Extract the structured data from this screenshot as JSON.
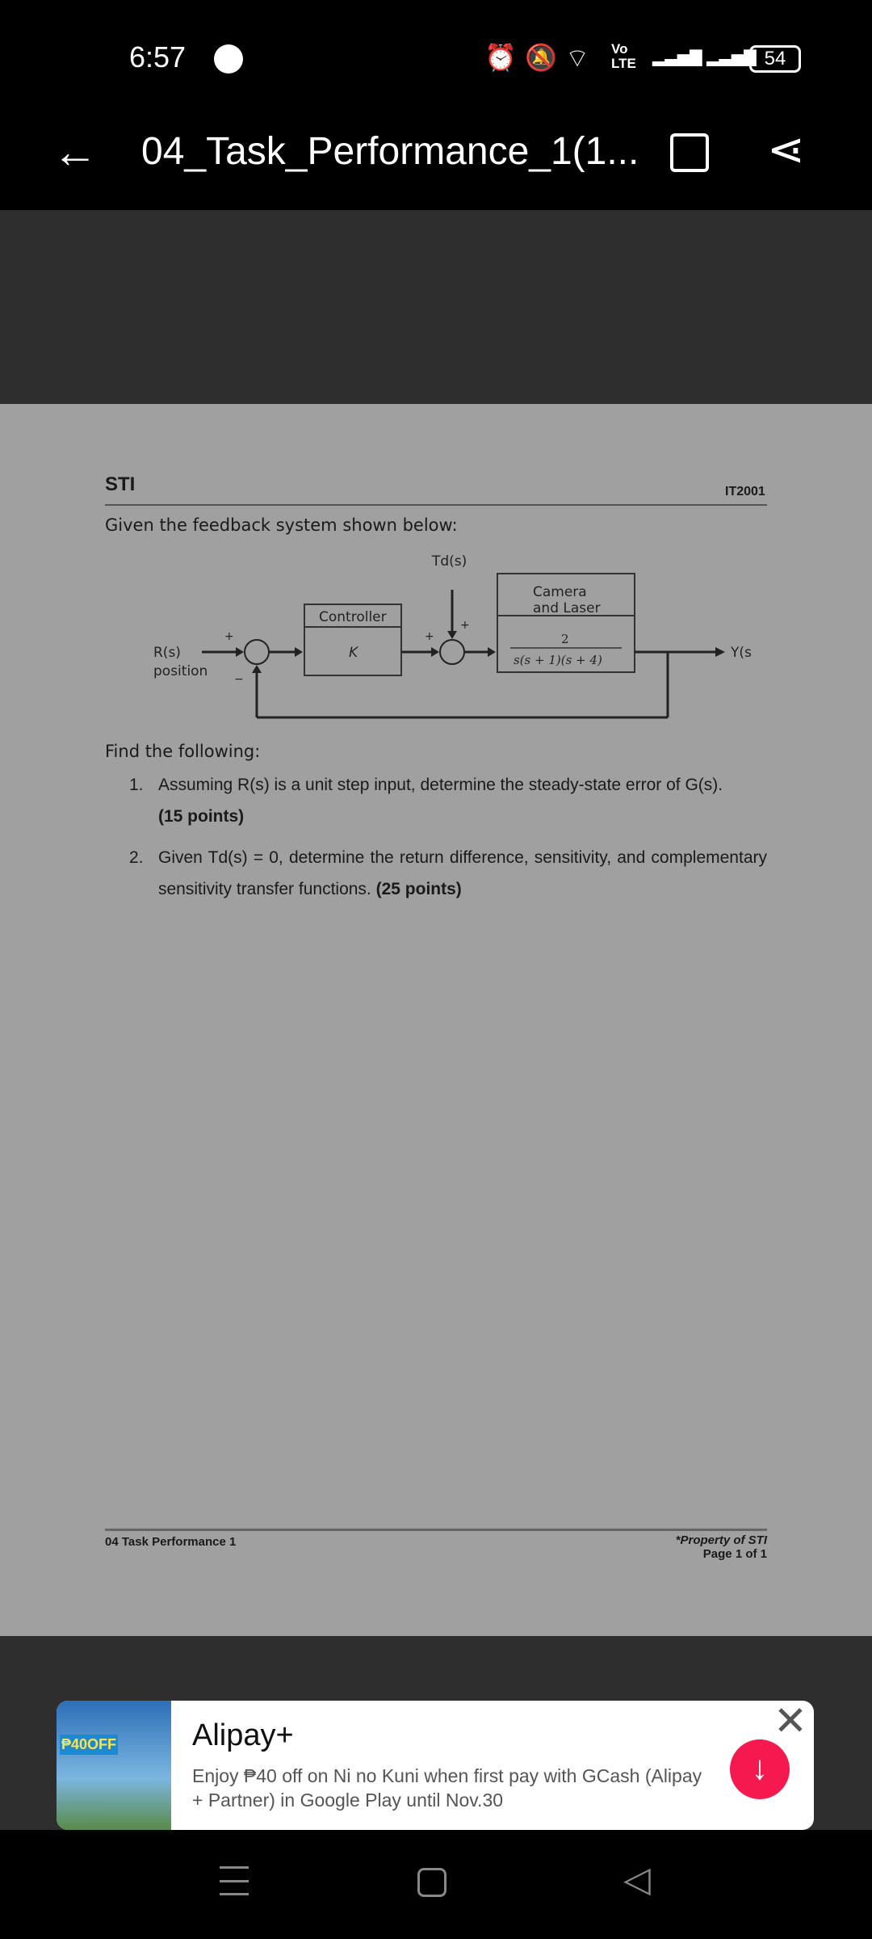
{
  "status_bar": {
    "time": "6:57",
    "battery": "54",
    "network": "Vo LTE"
  },
  "title_bar": {
    "title": "04_Task_Performance_1(1..."
  },
  "document": {
    "logo": "STI",
    "course_code": "IT2001",
    "intro": "Given the feedback system shown below:",
    "diagram": {
      "disturbance": "Td(s)",
      "input": "R(s)",
      "input_sub": "position",
      "controller_label": "Controller",
      "controller_gain": "K",
      "plant_label_1": "Camera",
      "plant_label_2": "and Laser",
      "plant_num": "2",
      "plant_den": "s(s + 1)(s + 4)",
      "output": "Y(s)",
      "plus": "+",
      "minus": "−"
    },
    "find": "Find the following:",
    "items": [
      {
        "num": "1.",
        "text": "Assuming R(s) is a unit step input, determine the steady-state error of G(s).",
        "points": "(15 points)"
      },
      {
        "num": "2.",
        "text": "Given  Td(s) = 0,  determine  the  return  difference,  sensitivity,  and complementary sensitivity transfer functions.",
        "points": "(25 points)"
      }
    ],
    "footer_left": "04 Task Performance 1",
    "footer_right_1": "*Property of STI",
    "footer_right_2": "Page 1 of 1"
  },
  "ad": {
    "title": "Alipay+",
    "body": "Enjoy ₱40 off on Ni no Kuni when first pay with GCash (Alipay + Partner) in Google Play until Nov.30",
    "badge": "₱40OFF",
    "accent": "#f5194f"
  }
}
